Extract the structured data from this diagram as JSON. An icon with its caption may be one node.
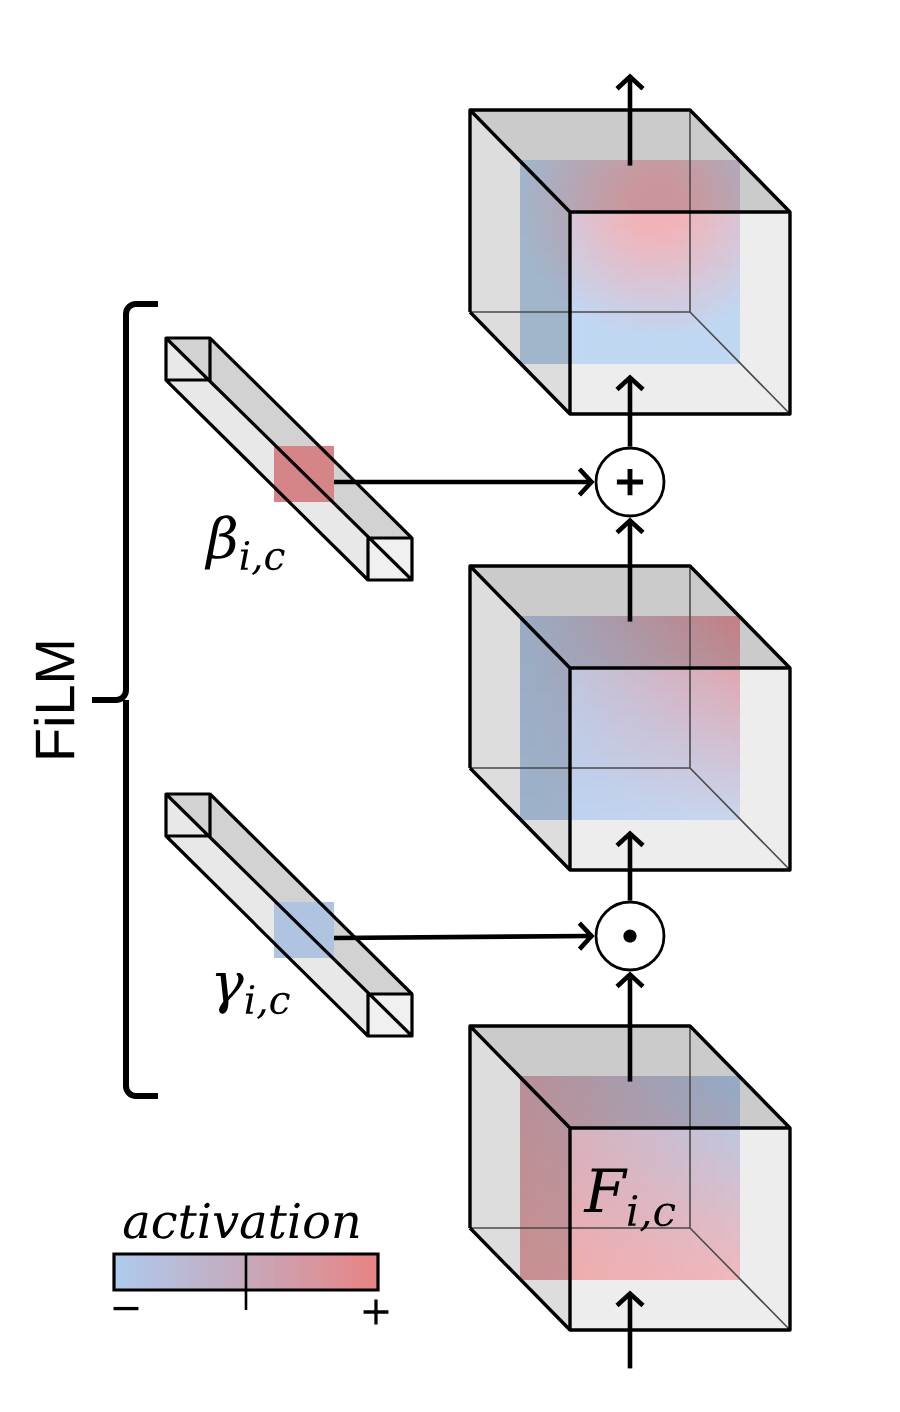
{
  "diagram": {
    "nodes": [
      {
        "text": [],
        "shape": "cube"
      },
      {
        "text": [],
        "shape": "bar",
        "beside": [
          "β$_{i,c}$"
        ]
      },
      {
        "text": [
          "+"
        ]
      },
      {
        "text": [],
        "shape": "cube"
      },
      {
        "text": [],
        "shape": "bar",
        "beside": [
          "γ$_{i,c}$"
        ]
      },
      {
        "text": [],
        "shape": "circle"
      },
      {
        "text": [
          "F$_{i,c}$"
        ]
      }
    ],
    "edges": [
      {
        "from": null,
        "to": 6,
        "arrow": "to"
      },
      {
        "from": 6,
        "to": 5,
        "arrow": "to"
      },
      {
        "from": 4,
        "to": 5,
        "arrow": "to"
      },
      {
        "from": 5,
        "to": 3,
        "arrow": "to"
      },
      {
        "from": 3,
        "to": 2,
        "arrow": "to"
      },
      {
        "from": 1,
        "to": 2,
        "arrow": "to"
      },
      {
        "from": 2,
        "to": 0,
        "arrow": "to"
      },
      {
        "from": 0,
        "to": null,
        "arrow": "to"
      }
    ],
    "labels": [
      "FiLM",
      "activation",
      "−",
      "+"
    ]
  }
}
